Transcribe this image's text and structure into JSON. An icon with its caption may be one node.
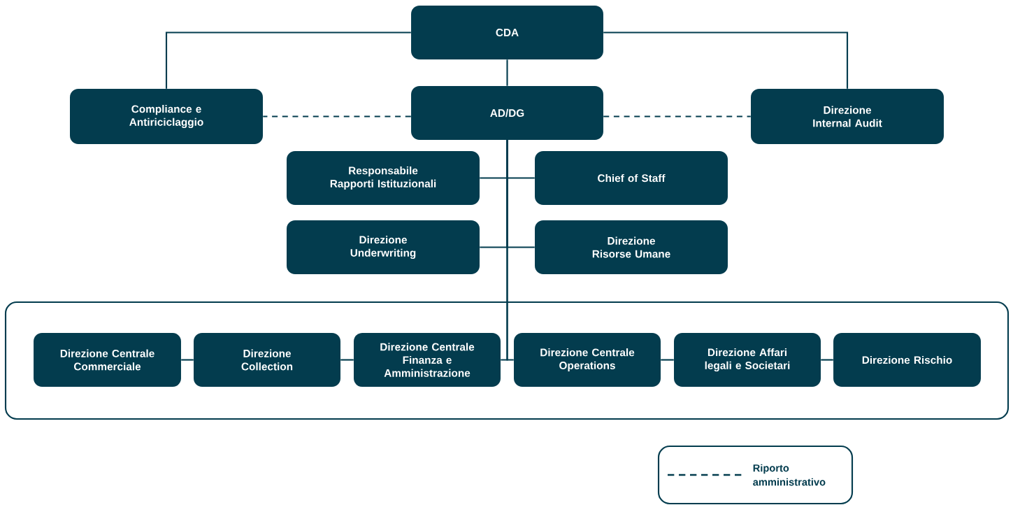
{
  "diagram": {
    "nodes": [
      {
        "text": [
          "CDA"
        ]
      },
      {
        "text": [
          "Compliance e Antiriciclaggio"
        ]
      },
      {
        "text": [
          "AD/DG"
        ]
      },
      {
        "text": [
          "Direzione Internal Audit"
        ]
      },
      {
        "text": [
          "Responsabile Rapporti Istituzionali"
        ]
      },
      {
        "text": [
          "Chief of Staff"
        ]
      },
      {
        "text": [
          "Direzione Underwriting"
        ]
      },
      {
        "text": [
          "Direzione Risorse Umane"
        ]
      },
      {
        "text": [],
        "shape": "box"
      },
      {
        "text": [
          "Direzione Centrale Commerciale"
        ],
        "in": 8
      },
      {
        "text": [
          "Direzione Collection"
        ],
        "in": 8
      },
      {
        "text": [
          "Direzione Centrale Finanza e Amministrazione"
        ],
        "in": 8
      },
      {
        "text": [
          "Direzione Centrale Operations"
        ],
        "in": 8
      },
      {
        "text": [
          "Direzione Affari legali e Societari"
        ],
        "in": 8
      },
      {
        "text": [
          "Direzione Rischio"
        ],
        "in": 8
      }
    ],
    "edges": [
      {
        "from": 0,
        "to": 1,
        "arrow": "none"
      },
      {
        "from": 0,
        "to": 2,
        "arrow": "none"
      },
      {
        "from": 0,
        "to": 3,
        "arrow": "none"
      },
      {
        "from": 2,
        "to": 1,
        "arrow": "none",
        "style": "dashed"
      },
      {
        "from": 2,
        "to": 3,
        "arrow": "none",
        "style": "dashed"
      },
      {
        "from": 2,
        "to": 4,
        "arrow": "none"
      },
      {
        "from": 2,
        "to": 5,
        "arrow": "none"
      },
      {
        "from": 2,
        "to": 6,
        "arrow": "none"
      },
      {
        "from": 2,
        "to": 7,
        "arrow": "none"
      },
      {
        "from": 2,
        "to": 11,
        "arrow": "none"
      },
      {
        "from": 2,
        "to": 12,
        "arrow": "none"
      },
      {
        "from": 9,
        "to": 10,
        "arrow": "none"
      },
      {
        "from": 10,
        "to": 11,
        "arrow": "none"
      },
      {
        "from": 12,
        "to": 13,
        "arrow": "none"
      },
      {
        "from": 13,
        "to": 14,
        "arrow": "none"
      }
    ],
    "legend": [
      {
        "text": "Riporto amministrativo"
      }
    ]
  }
}
